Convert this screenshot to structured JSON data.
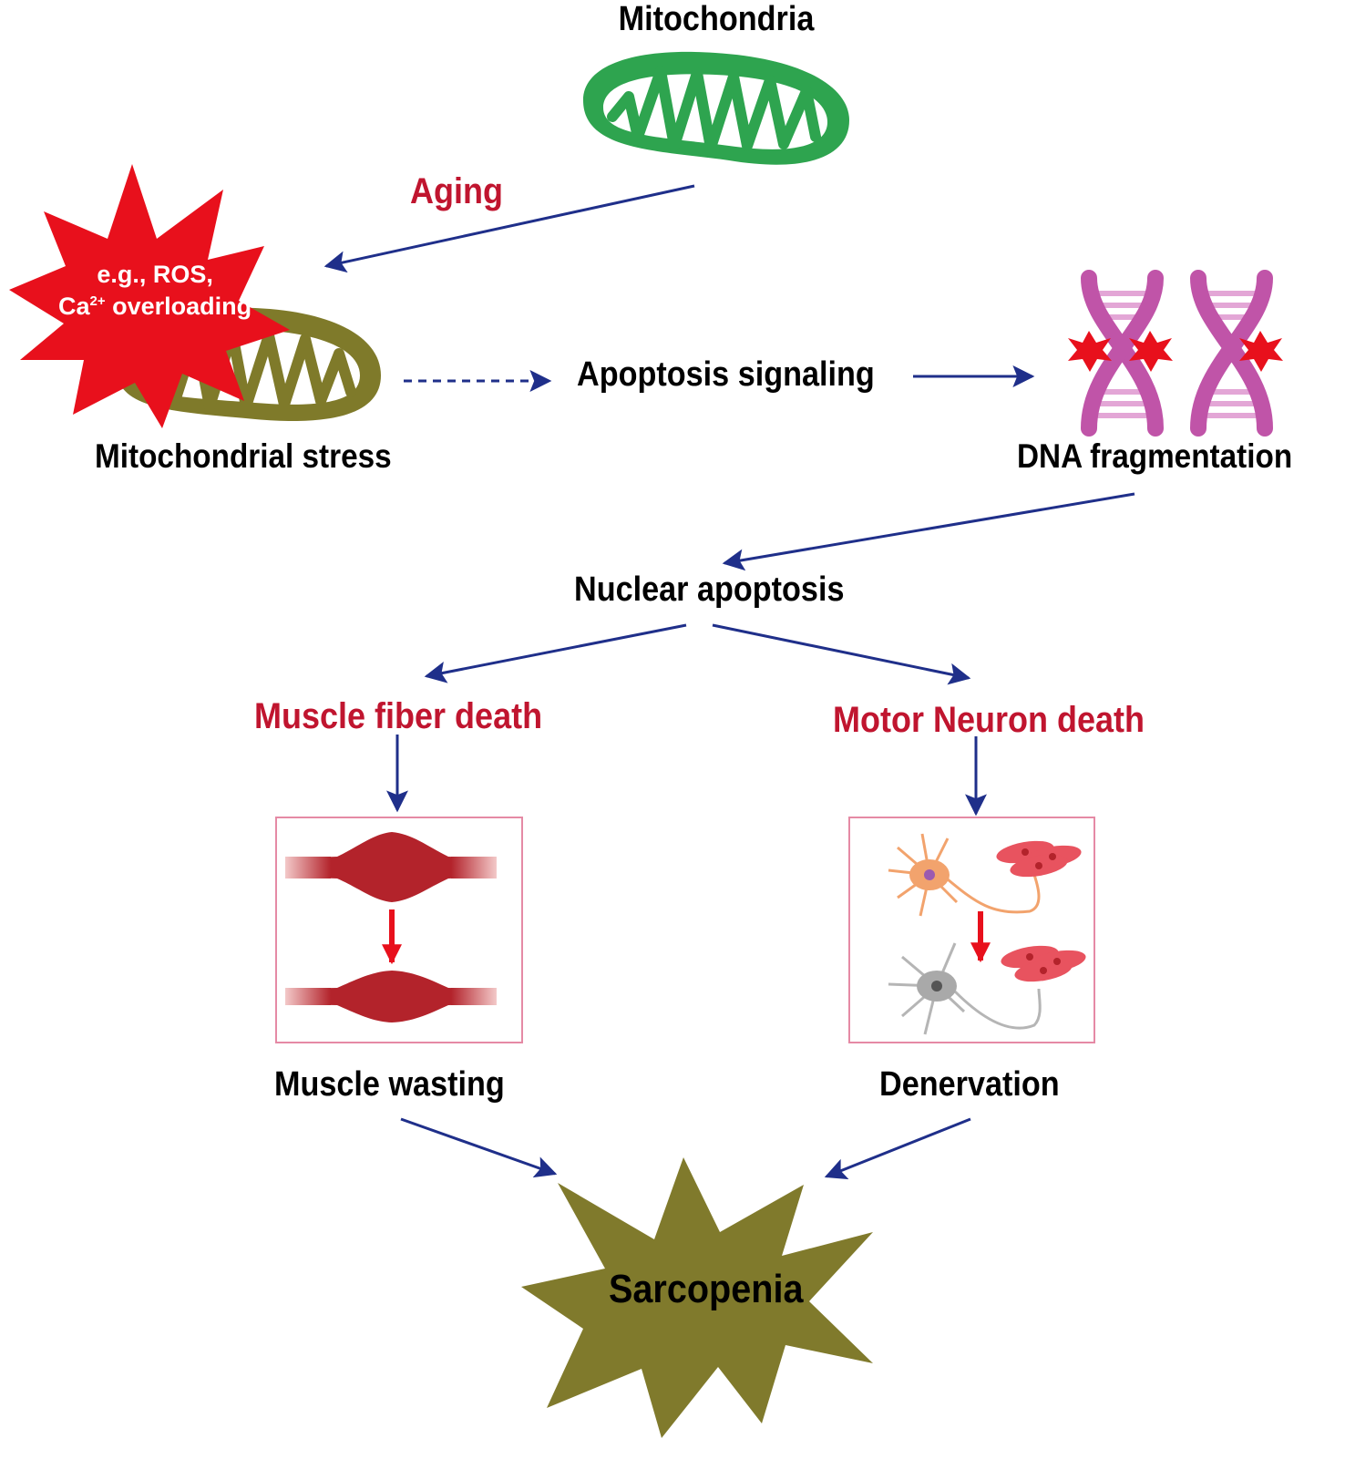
{
  "labels": {
    "mitochondria": "Mitochondria",
    "aging": "Aging",
    "stress_trigger_line1": "e.g., ROS,",
    "stress_trigger_ca": "Ca",
    "stress_trigger_sup": "2+",
    "stress_trigger_rest": " overloading",
    "mitochondrial_stress": "Mitochondrial stress",
    "apoptosis_signaling": "Apoptosis signaling",
    "dna_fragmentation": "DNA fragmentation",
    "nuclear_apoptosis": "Nuclear apoptosis",
    "muscle_fiber_death": "Muscle fiber death",
    "motor_neuron_death": "Motor Neuron death",
    "muscle_wasting": "Muscle wasting",
    "denervation": "Denervation",
    "sarcopenia": "Sarcopenia"
  },
  "colors": {
    "arrow": "#1f2f8a",
    "red_text": "#c0152f",
    "healthy_mito": "#2ea44f",
    "stressed_mito": "#7f7a2a",
    "star_red": "#e8101c",
    "sarcopenia_star": "#807a2c",
    "dna": "#c054a8",
    "muscle": "#b3232b",
    "panel_border": "#e58aa5"
  },
  "icons": {
    "healthy_mitochondrion": "mitochondrion-icon",
    "stressed_mitochondrion": "stressed-mitochondrion-icon",
    "dna": "dna-helix-icon",
    "muscle": "muscle-fiber-icon",
    "neuron": "neuron-icon"
  }
}
